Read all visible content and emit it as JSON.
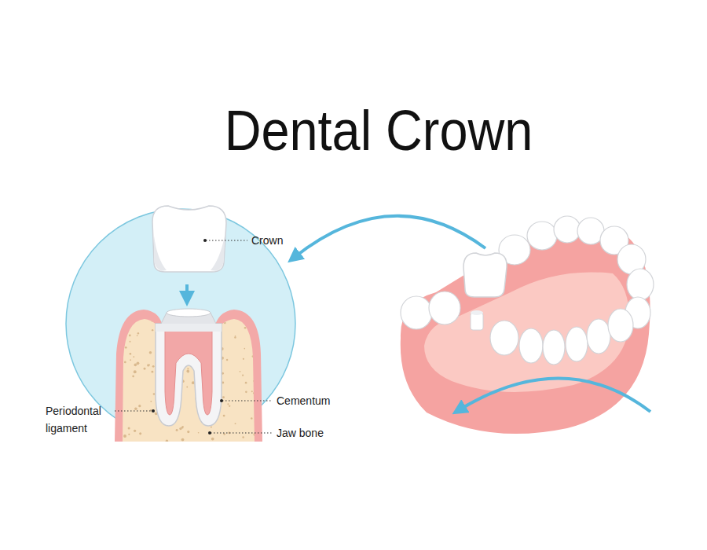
{
  "diagram": {
    "title": "Dental Crown",
    "labels": [
      "Crown",
      "Periodontal ligament",
      "Cementum",
      "Jaw bone"
    ]
  }
}
